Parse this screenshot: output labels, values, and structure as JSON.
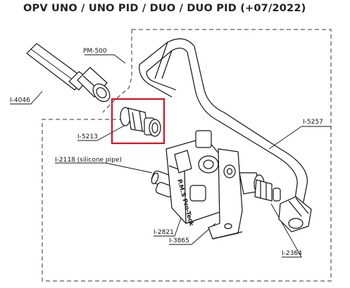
{
  "title": "OPV UNO / UNO PID / DUO / DUO PID (+07/2022)",
  "labels": {
    "pm500": "PM-500",
    "i4046": "I-4046",
    "i5213": "I-5213",
    "i2118": "I-2118 (silicone pipe)",
    "i5257": "I-5257",
    "i2821": "I-2821",
    "i3865": "I-3865",
    "i2364": "I-2364",
    "body_marking": "P.M.S Pro-Teck"
  },
  "highlight": {
    "part": "I-5213",
    "color": "#d9111f"
  }
}
